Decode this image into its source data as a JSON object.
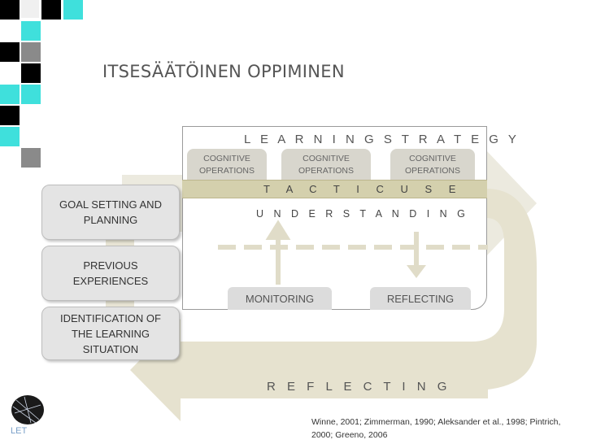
{
  "title": "ITSESÄÄTÖINEN OPPIMINEN",
  "learning_strategy": "L E A R N I N G   S T R A T E G Y",
  "cognitive_operations": [
    {
      "line1": "COGNITIVE",
      "line2": "OPERATIONS"
    },
    {
      "line1": "COGNITIVE",
      "line2": "OPERATIONS"
    },
    {
      "line1": "COGNITIVE",
      "line2": "OPERATIONS"
    }
  ],
  "tactic_use": "T A C T I C   U S E",
  "understanding": "U N D E R S T A N D I N G",
  "monitoring": "MONITORING",
  "reflecting_tab": "REFLECTING",
  "side_boxes": [
    {
      "line1": "GOAL SETTING AND",
      "line2": "PLANNING",
      "line3": ""
    },
    {
      "line1": "PREVIOUS",
      "line2": "EXPERIENCES",
      "line3": ""
    },
    {
      "line1": "IDENTIFICATION OF",
      "line2": "THE LEARNING",
      "line3": "SITUATION"
    }
  ],
  "reflecting_bottom": "R E F L E C T I N G",
  "citation": "Winne, 2001; Zimmerman, 1990; Aleksander et al., 1998; Pintrich, 2000; Greeno, 2006",
  "logo": "LET",
  "colors": {
    "cyan": "#3fe0dc",
    "arrow_beige": "#e8e4d2",
    "tactic_bar": "#d4d0ad"
  }
}
